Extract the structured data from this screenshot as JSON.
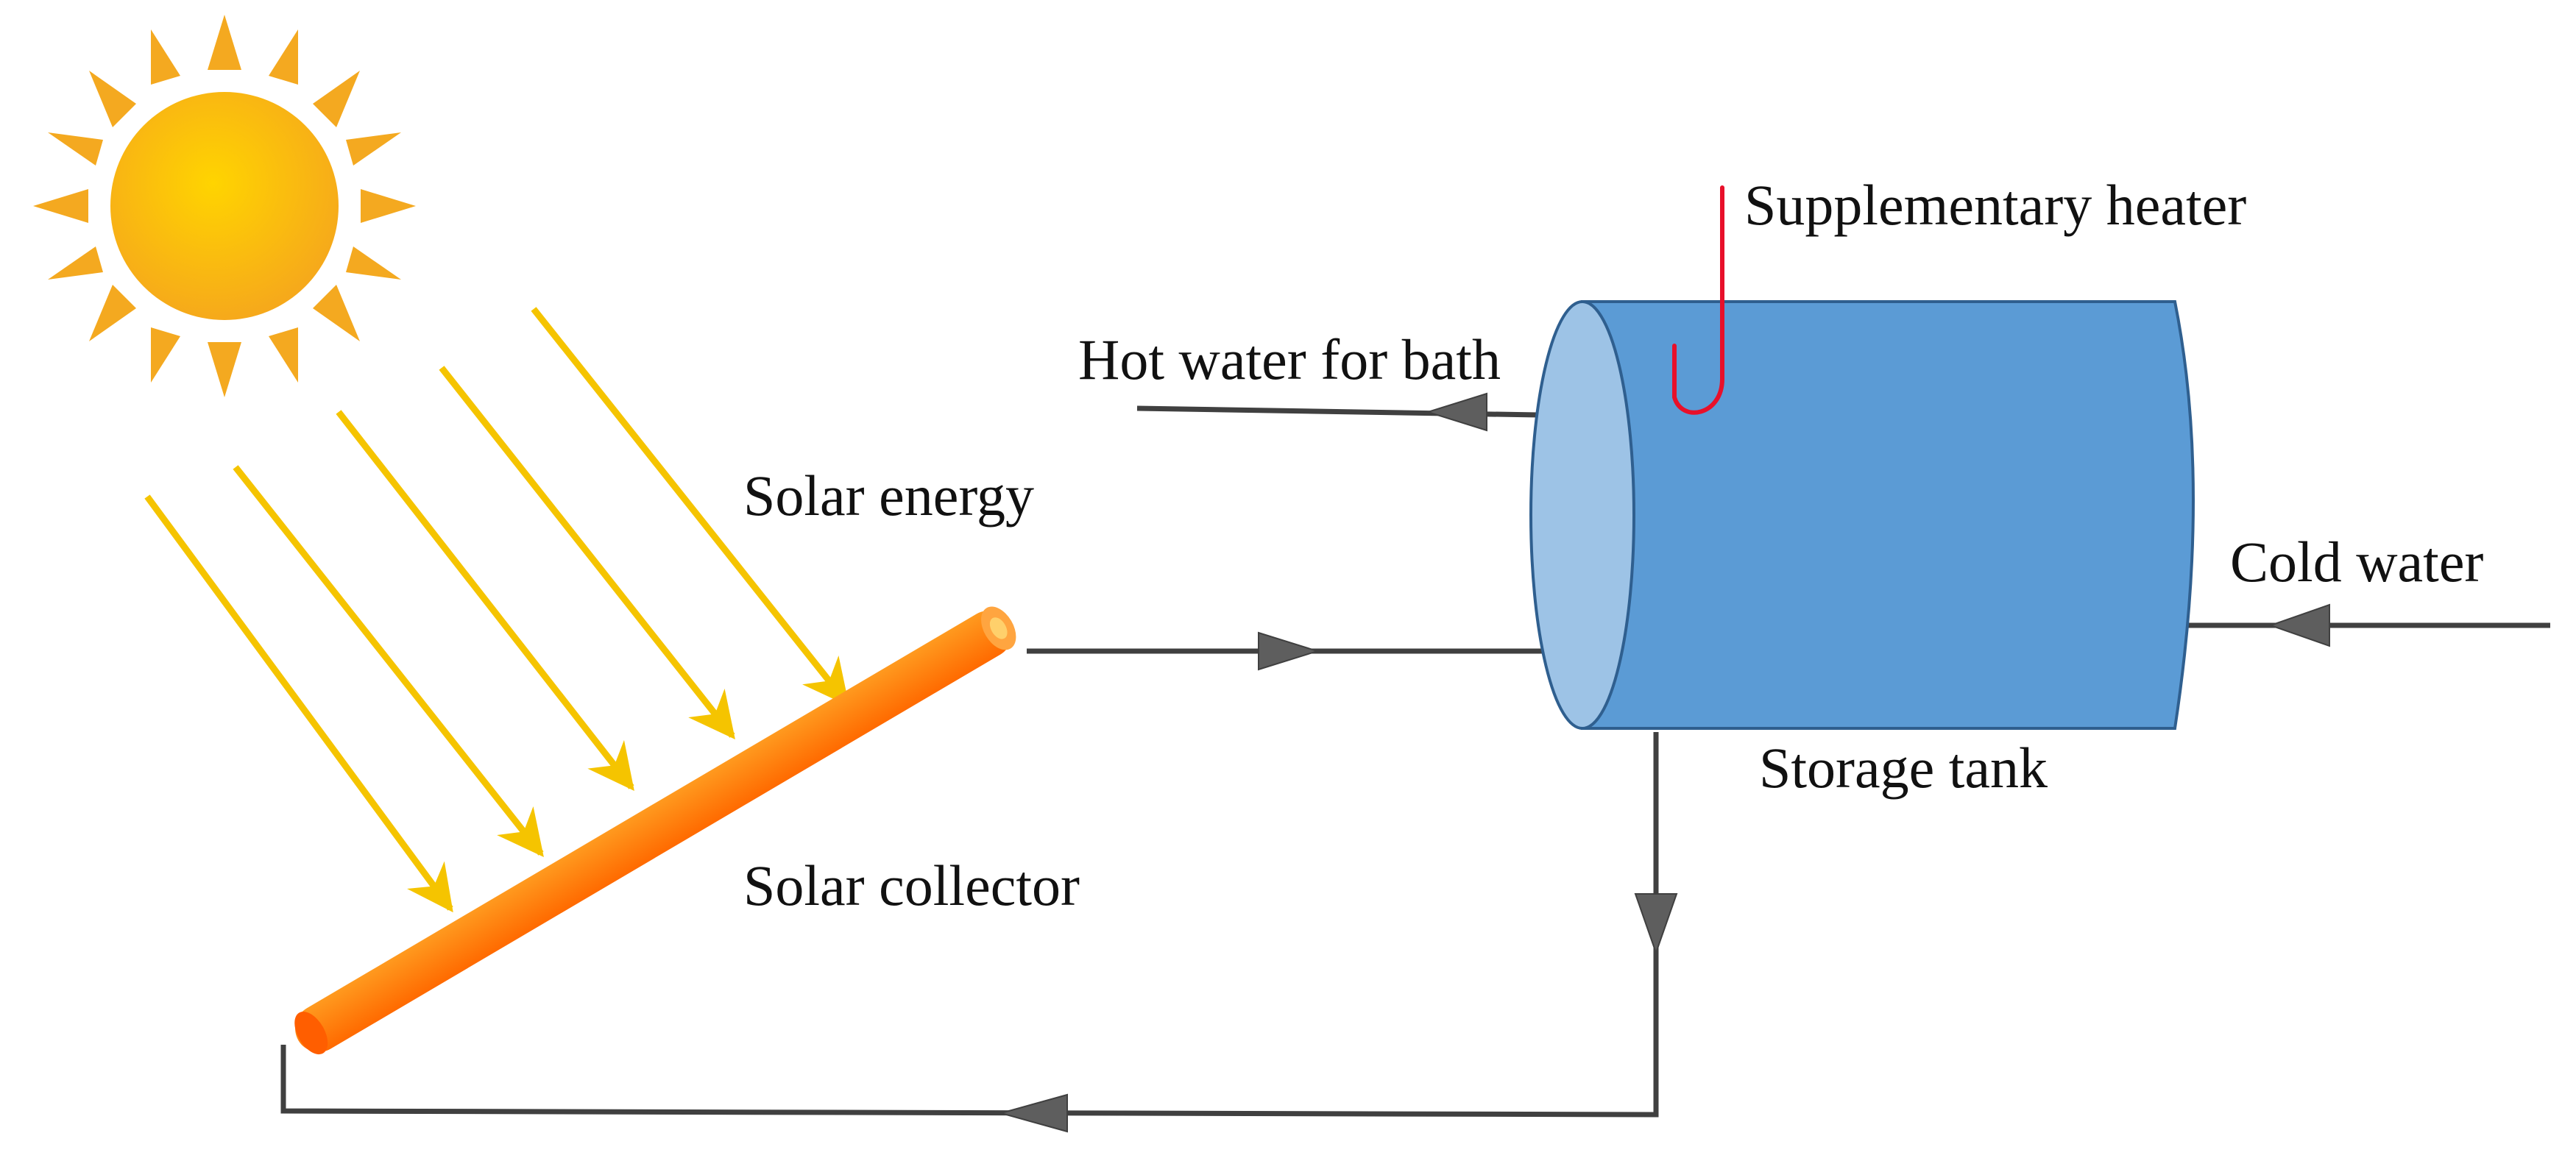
{
  "labels": {
    "solar_energy": "Solar energy",
    "solar_collector": "Solar collector",
    "hot_water": "Hot water for bath",
    "supplementary_heater": "Supplementary heater",
    "cold_water": "Cold water",
    "storage_tank": "Storage tank"
  },
  "colors": {
    "sun_core": "#f7b21a",
    "sun_ray": "#f4a920",
    "solar_ray": "#f5c400",
    "collector": "#ff7f00",
    "tank_body": "#5b9bd5",
    "tank_face": "#9dc3e6",
    "pipe": "#404040",
    "heater": "#e8102a"
  }
}
